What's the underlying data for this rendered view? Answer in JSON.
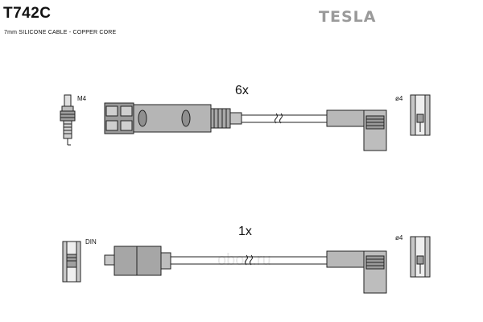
{
  "header": {
    "part_number": "T742C",
    "description": "7mm SILICONE CABLE - COPPER CORE",
    "brand": "TESLA"
  },
  "lead_sets": [
    {
      "quantity_label": "6x",
      "spark_plug_thread_label": "M4",
      "distributor_terminal_label": "ø4"
    },
    {
      "quantity_label": "1x",
      "coil_connector_label": "DIN",
      "distributor_terminal_label": "ø4"
    }
  ],
  "watermark": "oboc.ru"
}
